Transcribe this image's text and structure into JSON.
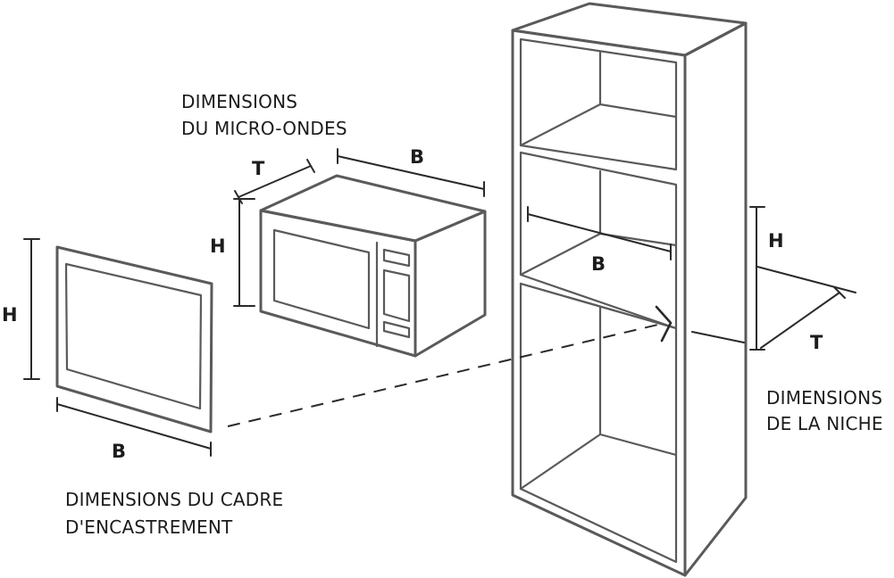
{
  "captions": {
    "microwave": {
      "line1": "DIMENSIONS",
      "line2": "DU MICRO-ONDES"
    },
    "frame": {
      "line1": "DIMENSIONS DU CADRE",
      "line2": "D'ENCASTREMENT"
    },
    "niche": {
      "line1": "DIMENSIONS",
      "line2": "DE LA NICHE"
    }
  },
  "labels": {
    "frame": {
      "height": "H",
      "width": "B"
    },
    "microwave": {
      "height": "H",
      "depth": "T",
      "width": "B"
    },
    "niche": {
      "width": "B",
      "height": "H",
      "depth": "T"
    }
  },
  "colors": {
    "outline": "#5a5a5a",
    "dimension_line": "#2a2a2a",
    "text": "#1c1c1c"
  }
}
